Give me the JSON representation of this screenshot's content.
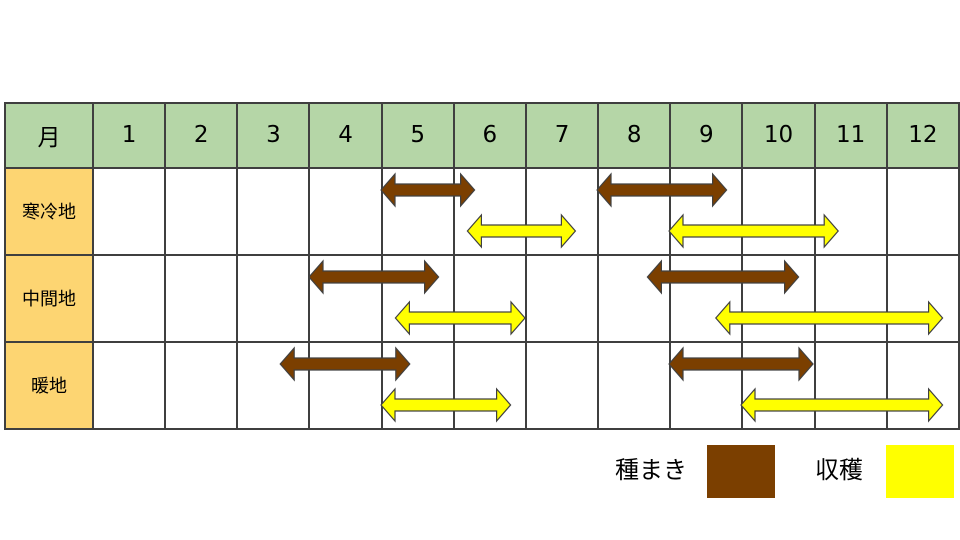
{
  "table": {
    "header_label": "月",
    "months": [
      "1",
      "2",
      "3",
      "4",
      "5",
      "6",
      "7",
      "8",
      "9",
      "10",
      "11",
      "12"
    ],
    "zones": [
      "寒冷地",
      "中間地",
      "暖地"
    ]
  },
  "legend": {
    "sowing_label": "種まき",
    "harvest_label": "収穫"
  },
  "colors": {
    "header_bg": "#b5d6a7",
    "zone_bg": "#fdd572",
    "sowing": "#7b3f00",
    "harvest": "#ffff00",
    "outline": "#404040"
  },
  "schedule": [
    {
      "zone": "寒冷地",
      "type": "sowing",
      "start": 5.0,
      "end": 6.3
    },
    {
      "zone": "寒冷地",
      "type": "sowing",
      "start": 8.0,
      "end": 9.8
    },
    {
      "zone": "寒冷地",
      "type": "harvest",
      "start": 6.2,
      "end": 7.7
    },
    {
      "zone": "寒冷地",
      "type": "harvest",
      "start": 9.0,
      "end": 11.35
    },
    {
      "zone": "中間地",
      "type": "sowing",
      "start": 4.0,
      "end": 5.8
    },
    {
      "zone": "中間地",
      "type": "sowing",
      "start": 8.7,
      "end": 10.8
    },
    {
      "zone": "中間地",
      "type": "harvest",
      "start": 5.2,
      "end": 7.0
    },
    {
      "zone": "中間地",
      "type": "harvest",
      "start": 9.65,
      "end": 12.8
    },
    {
      "zone": "暖地",
      "type": "sowing",
      "start": 3.6,
      "end": 5.4
    },
    {
      "zone": "暖地",
      "type": "sowing",
      "start": 9.0,
      "end": 11.0
    },
    {
      "zone": "暖地",
      "type": "harvest",
      "start": 5.0,
      "end": 6.8
    },
    {
      "zone": "暖地",
      "type": "harvest",
      "start": 10.0,
      "end": 12.8
    }
  ]
}
